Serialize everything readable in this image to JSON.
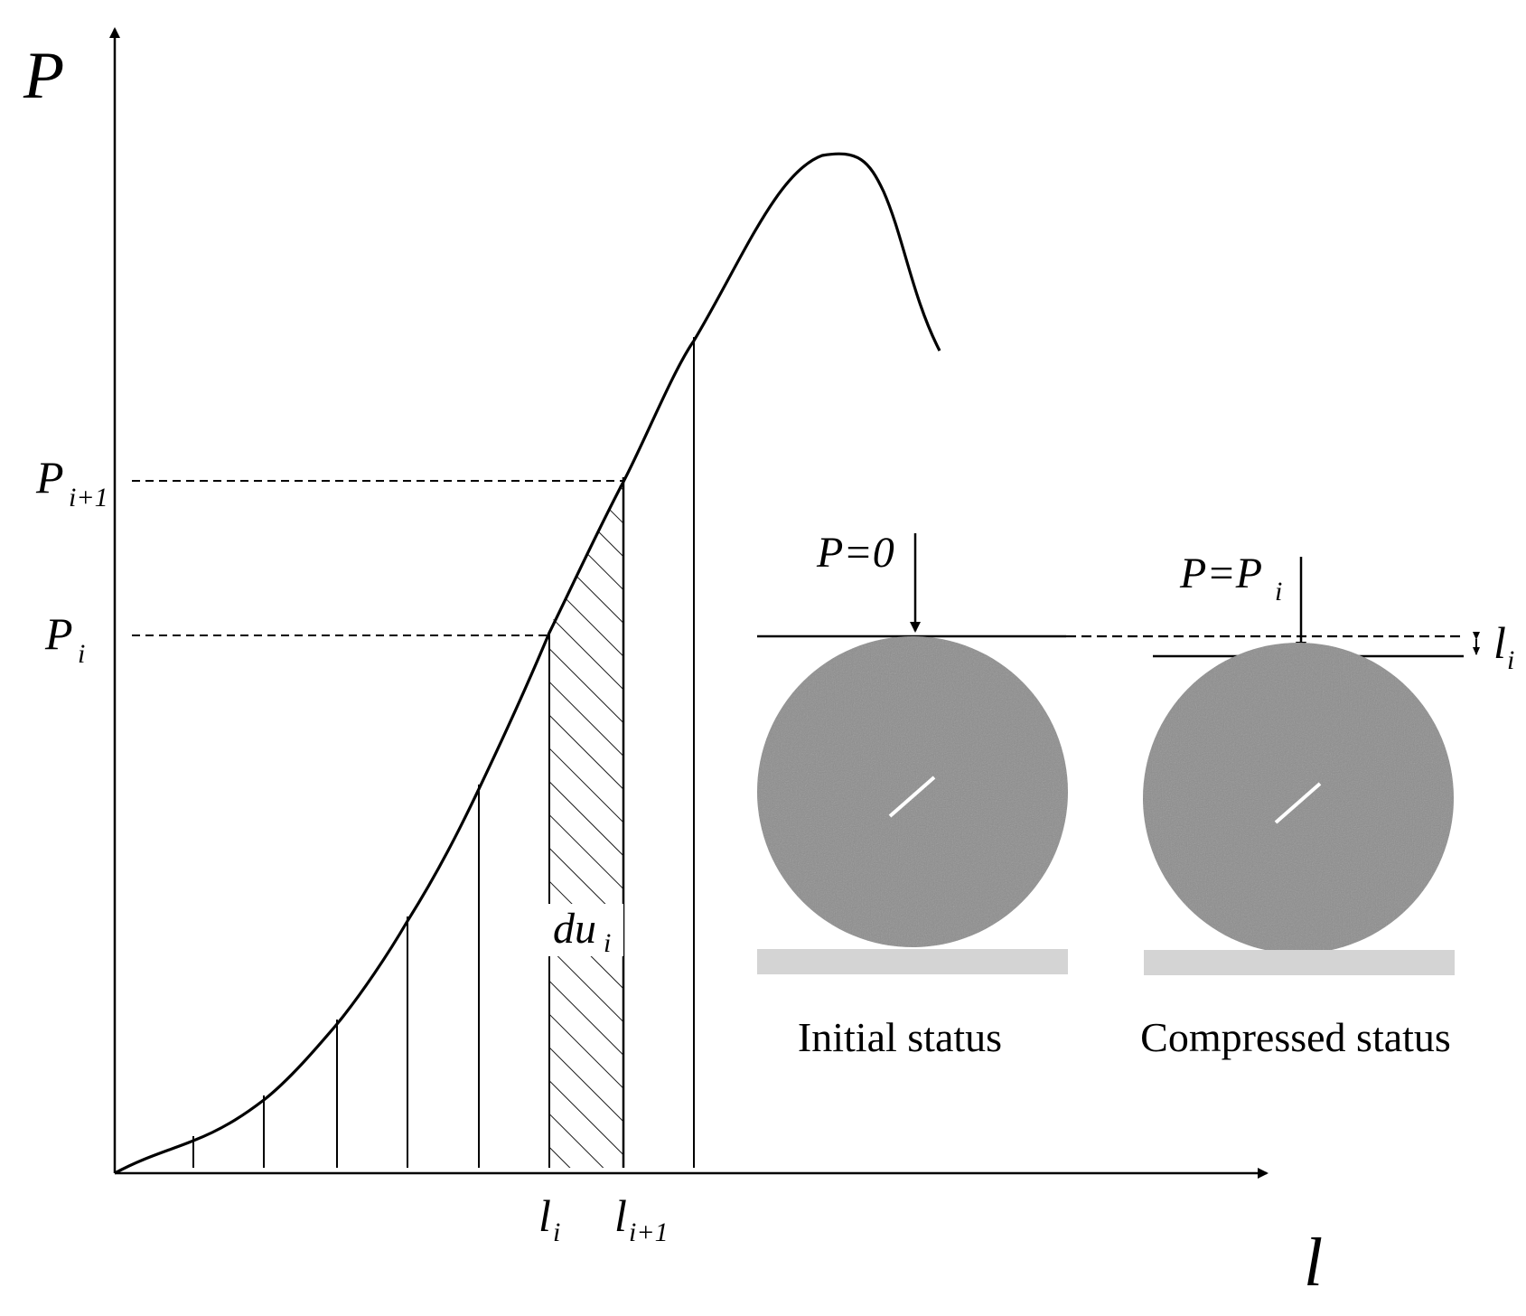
{
  "axes": {
    "y_label": "P",
    "x_label": "l"
  },
  "markers": {
    "p_i": {
      "base": "P",
      "sub": "i"
    },
    "p_i1": {
      "base": "P",
      "sub": "i+1"
    },
    "l_i": {
      "base": "l",
      "sub": "i"
    },
    "l_i1": {
      "base": "l",
      "sub": "i+1"
    }
  },
  "area_label": {
    "base": "du",
    "sub": "i"
  },
  "inset": {
    "initial": {
      "load_label": "P=0",
      "caption": "Initial status"
    },
    "compressed": {
      "load_label_base": "P=P",
      "load_label_sub": "i",
      "caption": "Compressed status"
    },
    "displacement": {
      "base": "l",
      "sub": "i"
    }
  },
  "colors": {
    "line": "#000000",
    "specimen": "#8c8c8c",
    "platen": "#d4d4d4",
    "crack": "#ffffff"
  }
}
